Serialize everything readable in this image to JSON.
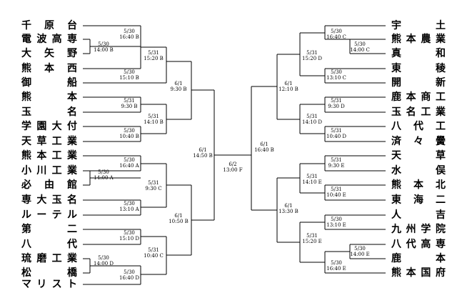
{
  "left_teams": [
    "千原台",
    "電波高専",
    "大矢野",
    "熊本西",
    "御船",
    "熊本",
    "玉名",
    "学園大付",
    "天草工業",
    "熊本工業",
    "小川工業",
    "必由館",
    "専大玉名",
    "ルーテル",
    "第二",
    "八代",
    "琉磨工業",
    "松橋",
    "マリスト"
  ],
  "right_teams": [
    "宇土",
    "熊本農業",
    "真和",
    "東稜",
    "開新",
    "鹿本商工",
    "玉名工業",
    "八代工",
    "済々黌",
    "天草",
    "水俣",
    "熊本北",
    "東海二",
    "人吉",
    "九州学院",
    "八代高専",
    "鹿本",
    "熊本国府"
  ],
  "matches": {
    "l1": {
      "date": "5/30",
      "time": "16:40 B"
    },
    "l0": {
      "date": "5/30",
      "time": "14:00 B"
    },
    "l2": {
      "date": "5/31",
      "time": "15:20 B"
    },
    "l3": {
      "date": "5/30",
      "time": "15:10 B"
    },
    "l4": {
      "date": "6/1",
      "time": "9:30 B"
    },
    "l5": {
      "date": "5/31",
      "time": "9:30 B"
    },
    "l6": {
      "date": "5/31",
      "time": "14:10 B"
    },
    "l7": {
      "date": "5/30",
      "time": "10:40 B"
    },
    "l8": {
      "date": "6/1",
      "time": "14:50 B"
    },
    "l9": {
      "date": "5/30",
      "time": "16:40 A"
    },
    "l10": {
      "date": "5/30",
      "time": "14:00 A"
    },
    "l11": {
      "date": "5/31",
      "time": "9:30 C"
    },
    "l12": {
      "date": "5/30",
      "time": "13:10 A"
    },
    "l13": {
      "date": "6/1",
      "time": "10:50 B"
    },
    "l14": {
      "date": "5/30",
      "time": "15:10 D"
    },
    "l15": {
      "date": "5/31",
      "time": "10:40 C"
    },
    "l16": {
      "date": "5/30",
      "time": "14:00 D"
    },
    "l17": {
      "date": "5/30",
      "time": "16:40 D"
    },
    "final": {
      "date": "6/2",
      "time": "13:00 F"
    },
    "r1": {
      "date": "5/30",
      "time": "16:40 C"
    },
    "r0": {
      "date": "5/30",
      "time": "14:00 C"
    },
    "r2": {
      "date": "5/31",
      "time": "15:20 D"
    },
    "r3": {
      "date": "5/30",
      "time": "13:10 C"
    },
    "r4": {
      "date": "6/1",
      "time": "12:10 B"
    },
    "r5": {
      "date": "5/31",
      "time": "9:30 D"
    },
    "r6": {
      "date": "5/31",
      "time": "14:10 D"
    },
    "r7": {
      "date": "5/31",
      "time": "10:40 D"
    },
    "r8": {
      "date": "6/1",
      "time": "16:40 B"
    },
    "r9": {
      "date": "5/31",
      "time": "9:30 E"
    },
    "r10": {
      "date": "5/31",
      "time": "14:10 E"
    },
    "r11": {
      "date": "5/31",
      "time": "10:40 E"
    },
    "r12": {
      "date": "6/1",
      "time": "13:30 B"
    },
    "r13": {
      "date": "5/30",
      "time": "13:10 E"
    },
    "r14": {
      "date": "5/31",
      "time": "15:20 E"
    },
    "r15": {
      "date": "5/30",
      "time": "14:00 E"
    },
    "r16": {
      "date": "5/30",
      "time": "16:40 E"
    }
  }
}
